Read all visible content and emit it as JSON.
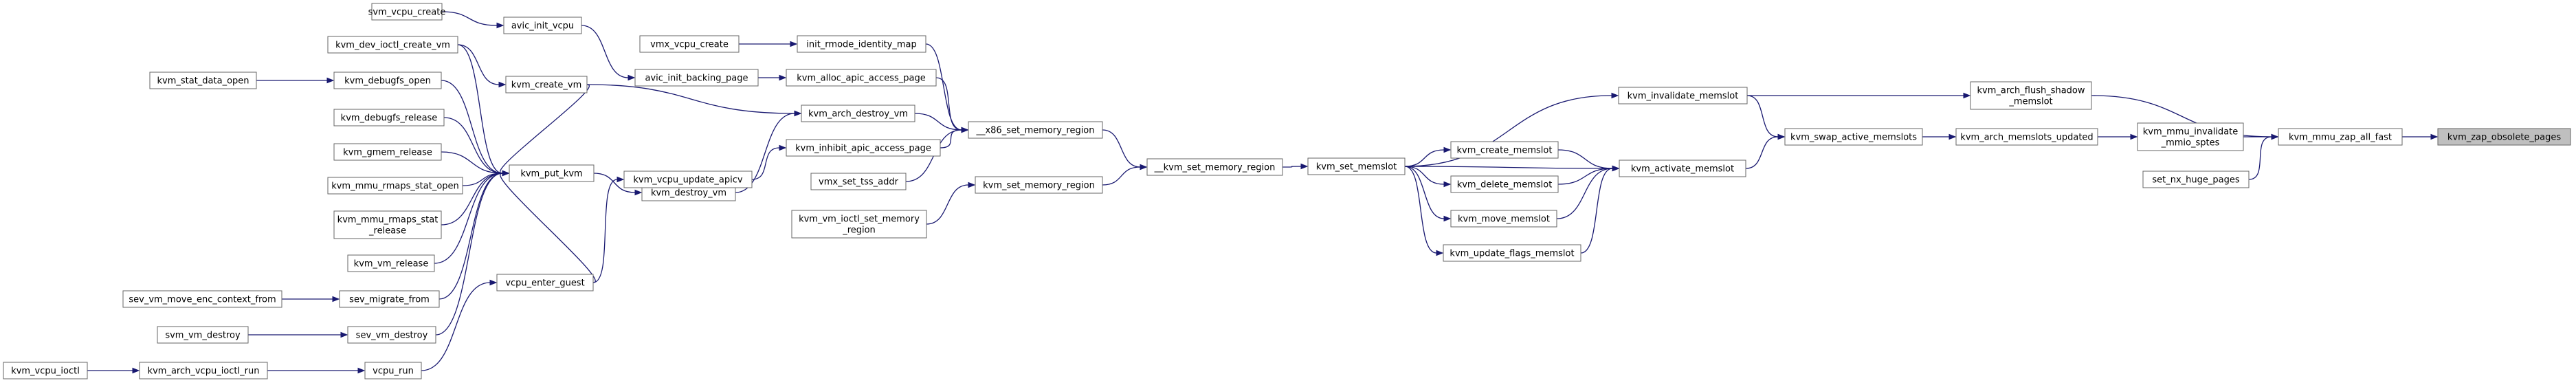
{
  "diagram": {
    "type": "call-graph",
    "nodes": [
      {
        "id": "svm_vcpu_create",
        "lines": [
          "svm_vcpu_create"
        ]
      },
      {
        "id": "kvm_dev_ioctl_create_vm",
        "lines": [
          "kvm_dev_ioctl_create_vm"
        ]
      },
      {
        "id": "kvm_stat_data_open",
        "lines": [
          "kvm_stat_data_open"
        ]
      },
      {
        "id": "kvm_debugfs_open",
        "lines": [
          "kvm_debugfs_open"
        ]
      },
      {
        "id": "kvm_debugfs_release",
        "lines": [
          "kvm_debugfs_release"
        ]
      },
      {
        "id": "kvm_gmem_release",
        "lines": [
          "kvm_gmem_release"
        ]
      },
      {
        "id": "kvm_mmu_rmaps_stat_open",
        "lines": [
          "kvm_mmu_rmaps_stat_open"
        ]
      },
      {
        "id": "kvm_mmu_rmaps_stat_release",
        "lines": [
          "kvm_mmu_rmaps_stat",
          "_release"
        ]
      },
      {
        "id": "kvm_vm_release",
        "lines": [
          "kvm_vm_release"
        ]
      },
      {
        "id": "sev_vm_move_enc_context_from",
        "lines": [
          "sev_vm_move_enc_context_from"
        ]
      },
      {
        "id": "sev_migrate_from",
        "lines": [
          "sev_migrate_from"
        ]
      },
      {
        "id": "svm_vm_destroy",
        "lines": [
          "svm_vm_destroy"
        ]
      },
      {
        "id": "sev_vm_destroy",
        "lines": [
          "sev_vm_destroy"
        ]
      },
      {
        "id": "kvm_vcpu_ioctl",
        "lines": [
          "kvm_vcpu_ioctl"
        ]
      },
      {
        "id": "kvm_arch_vcpu_ioctl_run",
        "lines": [
          "kvm_arch_vcpu_ioctl_run"
        ]
      },
      {
        "id": "vcpu_run",
        "lines": [
          "vcpu_run"
        ]
      },
      {
        "id": "avic_init_vcpu",
        "lines": [
          "avic_init_vcpu"
        ]
      },
      {
        "id": "kvm_create_vm",
        "lines": [
          "kvm_create_vm"
        ]
      },
      {
        "id": "kvm_put_kvm",
        "lines": [
          "kvm_put_kvm"
        ]
      },
      {
        "id": "vcpu_enter_guest",
        "lines": [
          "vcpu_enter_guest"
        ]
      },
      {
        "id": "vmx_vcpu_create",
        "lines": [
          "vmx_vcpu_create"
        ]
      },
      {
        "id": "avic_init_backing_page",
        "lines": [
          "avic_init_backing_page"
        ]
      },
      {
        "id": "kvm_destroy_vm",
        "lines": [
          "kvm_destroy_vm"
        ]
      },
      {
        "id": "kvm_vcpu_update_apicv",
        "lines": [
          "kvm_vcpu_update_apicv"
        ]
      },
      {
        "id": "init_rmode_identity_map",
        "lines": [
          "init_rmode_identity_map"
        ]
      },
      {
        "id": "kvm_alloc_apic_access_page",
        "lines": [
          "kvm_alloc_apic_access_page"
        ]
      },
      {
        "id": "kvm_arch_destroy_vm",
        "lines": [
          "kvm_arch_destroy_vm"
        ]
      },
      {
        "id": "kvm_inhibit_apic_access_page",
        "lines": [
          "kvm_inhibit_apic_access_page"
        ]
      },
      {
        "id": "vmx_set_tss_addr",
        "lines": [
          "vmx_set_tss_addr"
        ]
      },
      {
        "id": "kvm_vm_ioctl_set_memory_region",
        "lines": [
          "kvm_vm_ioctl_set_memory",
          "_region"
        ]
      },
      {
        "id": "__x86_set_memory_region",
        "lines": [
          "__x86_set_memory_region"
        ]
      },
      {
        "id": "kvm_set_memory_region",
        "lines": [
          "kvm_set_memory_region"
        ]
      },
      {
        "id": "__kvm_set_memory_region",
        "lines": [
          "__kvm_set_memory_region"
        ]
      },
      {
        "id": "kvm_set_memslot",
        "lines": [
          "kvm_set_memslot"
        ]
      },
      {
        "id": "kvm_create_memslot",
        "lines": [
          "kvm_create_memslot"
        ]
      },
      {
        "id": "kvm_delete_memslot",
        "lines": [
          "kvm_delete_memslot"
        ]
      },
      {
        "id": "kvm_move_memslot",
        "lines": [
          "kvm_move_memslot"
        ]
      },
      {
        "id": "kvm_update_flags_memslot",
        "lines": [
          "kvm_update_flags_memslot"
        ]
      },
      {
        "id": "kvm_invalidate_memslot",
        "lines": [
          "kvm_invalidate_memslot"
        ]
      },
      {
        "id": "kvm_activate_memslot",
        "lines": [
          "kvm_activate_memslot"
        ]
      },
      {
        "id": "kvm_swap_active_memslots",
        "lines": [
          "kvm_swap_active_memslots"
        ]
      },
      {
        "id": "kvm_arch_memslots_updated",
        "lines": [
          "kvm_arch_memslots_updated"
        ]
      },
      {
        "id": "kvm_arch_flush_shadow_memslot",
        "lines": [
          "kvm_arch_flush_shadow",
          "_memslot"
        ]
      },
      {
        "id": "kvm_mmu_invalidate_mmio_sptes",
        "lines": [
          "kvm_mmu_invalidate",
          "_mmio_sptes"
        ]
      },
      {
        "id": "set_nx_huge_pages",
        "lines": [
          "set_nx_huge_pages"
        ]
      },
      {
        "id": "kvm_mmu_zap_all_fast",
        "lines": [
          "kvm_mmu_zap_all_fast"
        ]
      },
      {
        "id": "kvm_zap_obsolete_pages",
        "lines": [
          "kvm_zap_obsolete_pages"
        ],
        "highlighted": true
      }
    ],
    "edges": [
      [
        "svm_vcpu_create",
        "avic_init_vcpu"
      ],
      [
        "kvm_dev_ioctl_create_vm",
        "kvm_create_vm"
      ],
      [
        "kvm_dev_ioctl_create_vm",
        "kvm_put_kvm"
      ],
      [
        "kvm_stat_data_open",
        "kvm_debugfs_open"
      ],
      [
        "kvm_debugfs_open",
        "kvm_put_kvm"
      ],
      [
        "kvm_debugfs_release",
        "kvm_put_kvm"
      ],
      [
        "kvm_gmem_release",
        "kvm_put_kvm"
      ],
      [
        "kvm_mmu_rmaps_stat_open",
        "kvm_put_kvm"
      ],
      [
        "kvm_mmu_rmaps_stat_release",
        "kvm_put_kvm"
      ],
      [
        "kvm_vm_release",
        "kvm_put_kvm"
      ],
      [
        "sev_vm_move_enc_context_from",
        "sev_migrate_from"
      ],
      [
        "sev_migrate_from",
        "kvm_put_kvm"
      ],
      [
        "svm_vm_destroy",
        "sev_vm_destroy"
      ],
      [
        "sev_vm_destroy",
        "kvm_put_kvm"
      ],
      [
        "kvm_vcpu_ioctl",
        "kvm_arch_vcpu_ioctl_run"
      ],
      [
        "kvm_arch_vcpu_ioctl_run",
        "vcpu_run"
      ],
      [
        "vcpu_run",
        "vcpu_enter_guest"
      ],
      [
        "avic_init_vcpu",
        "avic_init_backing_page"
      ],
      [
        "kvm_create_vm",
        "kvm_put_kvm"
      ],
      [
        "kvm_create_vm",
        "kvm_arch_destroy_vm"
      ],
      [
        "kvm_put_kvm",
        "kvm_destroy_vm"
      ],
      [
        "vcpu_enter_guest",
        "kvm_vcpu_update_apicv"
      ],
      [
        "vcpu_enter_guest",
        "kvm_put_kvm"
      ],
      [
        "vmx_vcpu_create",
        "init_rmode_identity_map"
      ],
      [
        "avic_init_backing_page",
        "kvm_alloc_apic_access_page"
      ],
      [
        "kvm_destroy_vm",
        "kvm_arch_destroy_vm"
      ],
      [
        "kvm_vcpu_update_apicv",
        "kvm_inhibit_apic_access_page"
      ],
      [
        "init_rmode_identity_map",
        "__x86_set_memory_region"
      ],
      [
        "kvm_alloc_apic_access_page",
        "__x86_set_memory_region"
      ],
      [
        "kvm_arch_destroy_vm",
        "__x86_set_memory_region"
      ],
      [
        "kvm_inhibit_apic_access_page",
        "__x86_set_memory_region"
      ],
      [
        "vmx_set_tss_addr",
        "__x86_set_memory_region"
      ],
      [
        "kvm_vm_ioctl_set_memory_region",
        "kvm_set_memory_region"
      ],
      [
        "__x86_set_memory_region",
        "__kvm_set_memory_region"
      ],
      [
        "kvm_set_memory_region",
        "__kvm_set_memory_region"
      ],
      [
        "__kvm_set_memory_region",
        "kvm_set_memslot"
      ],
      [
        "kvm_set_memslot",
        "kvm_create_memslot"
      ],
      [
        "kvm_set_memslot",
        "kvm_delete_memslot"
      ],
      [
        "kvm_set_memslot",
        "kvm_move_memslot"
      ],
      [
        "kvm_set_memslot",
        "kvm_update_flags_memslot"
      ],
      [
        "kvm_set_memslot",
        "kvm_invalidate_memslot"
      ],
      [
        "kvm_set_memslot",
        "kvm_activate_memslot"
      ],
      [
        "kvm_create_memslot",
        "kvm_activate_memslot"
      ],
      [
        "kvm_delete_memslot",
        "kvm_activate_memslot"
      ],
      [
        "kvm_move_memslot",
        "kvm_activate_memslot"
      ],
      [
        "kvm_update_flags_memslot",
        "kvm_activate_memslot"
      ],
      [
        "kvm_invalidate_memslot",
        "kvm_arch_flush_shadow_memslot"
      ],
      [
        "kvm_invalidate_memslot",
        "kvm_swap_active_memslots"
      ],
      [
        "kvm_activate_memslot",
        "kvm_swap_active_memslots"
      ],
      [
        "kvm_swap_active_memslots",
        "kvm_arch_memslots_updated"
      ],
      [
        "kvm_arch_memslots_updated",
        "kvm_mmu_invalidate_mmio_sptes"
      ],
      [
        "kvm_arch_flush_shadow_memslot",
        "kvm_mmu_zap_all_fast"
      ],
      [
        "kvm_mmu_invalidate_mmio_sptes",
        "kvm_mmu_zap_all_fast"
      ],
      [
        "set_nx_huge_pages",
        "kvm_mmu_zap_all_fast"
      ],
      [
        "kvm_mmu_zap_all_fast",
        "kvm_zap_obsolete_pages"
      ]
    ]
  },
  "colors": {
    "node_fill": "#ffffff",
    "node_border": "#666666",
    "highlight_fill": "#bfbfbf",
    "edge": "#191970"
  }
}
